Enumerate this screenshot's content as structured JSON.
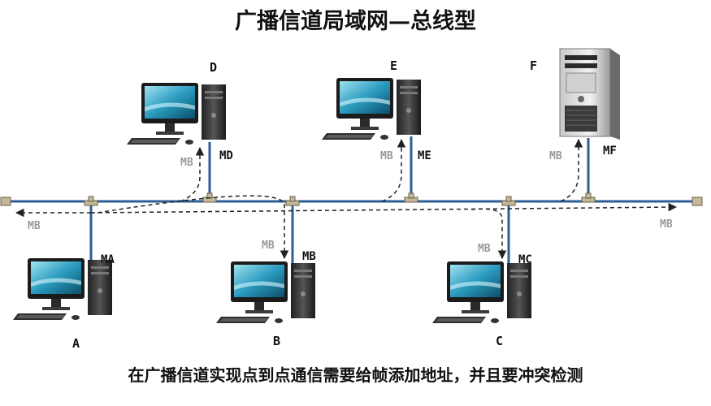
{
  "title": "广播信道局域网—总线型",
  "caption": "在广播信道实现点到点通信需要给帧添加地址，并且要冲突检测",
  "nodes": [
    {
      "id": "A",
      "mac": "MA"
    },
    {
      "id": "B",
      "mac": "MB"
    },
    {
      "id": "C",
      "mac": "MC"
    },
    {
      "id": "D",
      "mac": "MD"
    },
    {
      "id": "E",
      "mac": "ME"
    },
    {
      "id": "F",
      "mac": "MF"
    }
  ],
  "frame_label": "MB"
}
